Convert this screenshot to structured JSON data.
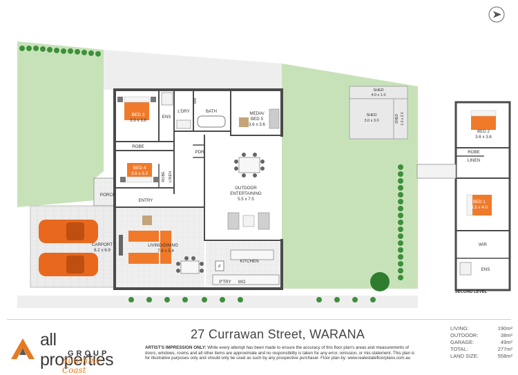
{
  "rooms": {
    "bed3": {
      "name": "BED 3",
      "dims": "3.3 x 3.8"
    },
    "ens": "ENS",
    "laundry": "L'DRY",
    "wm": "WM",
    "bath": "BATH",
    "media": {
      "name": "MEDIA/",
      "name2": "BED 5",
      "dims": "3.6 x 3.6"
    },
    "robe_left": "ROBE",
    "bed4": {
      "name": "BED 4",
      "dims": "3.6 x 3.3"
    },
    "robe_bed4": "ROBE",
    "linen_bed4": "LINEN",
    "pdr": "PDR",
    "outdoor": {
      "name": "OUTDOOR",
      "name2": "ENTERTAINING",
      "dims": "5.5 x 7.5"
    },
    "porch": "PORCH",
    "entry": "ENTRY",
    "carport": {
      "name": "CARPORT",
      "dims": "6.2 x 6.9"
    },
    "living": {
      "name": "LIVING/DINING",
      "dims": "7.6 x 5.4"
    },
    "kitchen": "KITCHEN",
    "fridge": "F",
    "pantry": "P'TRY",
    "wo": "WO",
    "shed_small": {
      "name": "SHED",
      "dims": "4.0 x 1.0"
    },
    "shed_main": {
      "name": "SHED",
      "dims": "3.0 x 3.0"
    },
    "shed_side": {
      "name": "SHED",
      "dims": "1.0 x 3.0"
    },
    "bed2": {
      "name": "BED 2",
      "dims": "3.6 x 3.6"
    },
    "robe_upper": "ROBE",
    "linen_upper": "LINEN",
    "bed1": {
      "name": "BED 1",
      "dims": "3.5 x 4.0"
    },
    "wir": "WIR",
    "ens_upper": "ENS",
    "second_level": "SECOND LEVEL"
  },
  "footer": {
    "brand": "all properties",
    "brand_group": "GROUP",
    "brand_script": "Sunshine Coast",
    "address": "27 Currawan Street, WARANA",
    "disclaimer_lead": "ARTIST'S IMPRESSION ONLY:",
    "disclaimer": "While every attempt has been made to ensure the accuracy of this floor plan's areas and measurements of doors, windows, rooms and all other items are approximate and no responsibility is taken for any error, omission, or mis-statement. This plan is for illustrative purposes only and should only be used as such by any prospective purchaser. Floor plan by: www.realestatefloorplans.com.au",
    "stats": [
      {
        "label": "LIVING:",
        "value": "190m²"
      },
      {
        "label": "OUTDOOR:",
        "value": "38m²"
      },
      {
        "label": "GARAGE:",
        "value": "49m²"
      },
      {
        "label": "TOTAL:",
        "value": "277m²"
      },
      {
        "label": "LAND SIZE:",
        "value": "558m²"
      }
    ]
  },
  "colors": {
    "grass": "#c7e2b9",
    "wall": "#4a4a4a",
    "floor": "#ffffff",
    "paving": "#e8e8e8",
    "car": "#e8681e",
    "bed": "#f07a2a",
    "hedge": "#3e8f3a",
    "accent": "#e67a1e"
  },
  "icons": {
    "compass": "north-arrow-icon",
    "logo": "house-roof-logo-icon"
  }
}
